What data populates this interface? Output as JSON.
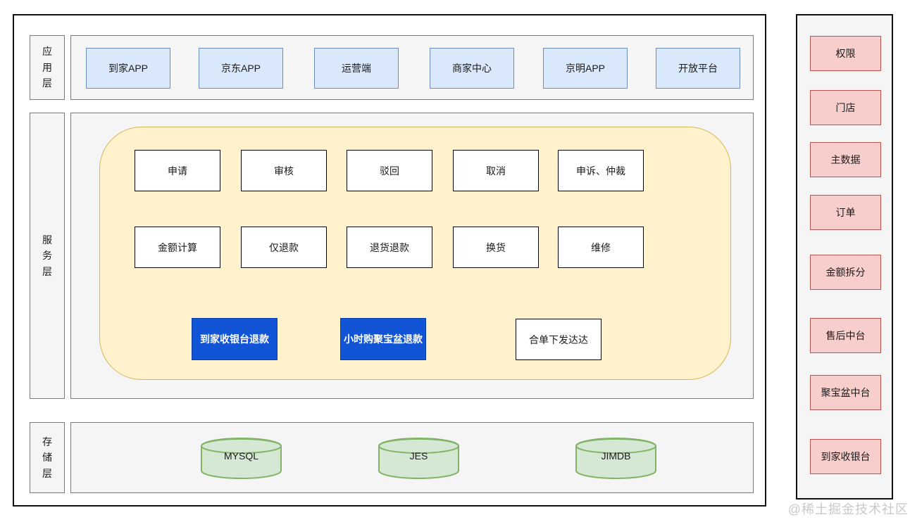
{
  "colors": {
    "app_box_fill": "#dae8fc",
    "app_box_border": "#6c8ebf",
    "panel_fill": "#f5f5f5",
    "yellow_zone_fill": "#fff2cc",
    "yellow_zone_border": "#d6b656",
    "highlight_blue_fill": "#1254d6",
    "sidebar_box_fill": "#f8cecc",
    "sidebar_box_border": "#b85450",
    "db_fill": "#d5e8d4",
    "db_border": "#82b366"
  },
  "layers": {
    "app": {
      "label": "应用层",
      "items": [
        "到家APP",
        "京东APP",
        "运营端",
        "商家中心",
        "京明APP",
        "开放平台"
      ]
    },
    "service": {
      "label": "服务层",
      "row1": [
        "申请",
        "审核",
        "驳回",
        "取消",
        "申诉、仲裁"
      ],
      "row2": [
        "金额计算",
        "仅退款",
        "退货退款",
        "换货",
        "维修"
      ],
      "highlight": [
        "到家收银台退款",
        "小时购聚宝盆退款"
      ],
      "plain": "合单下发达达"
    },
    "storage": {
      "label": "存储层",
      "databases": [
        "MYSQL",
        "JES",
        "JIMDB"
      ]
    }
  },
  "sidebar": {
    "items": [
      "权限",
      "门店",
      "主数据",
      "订单",
      "金额拆分",
      "售后中台",
      "聚宝盆中台",
      "到家收银台"
    ]
  },
  "watermark": "@稀土掘金技术社区"
}
